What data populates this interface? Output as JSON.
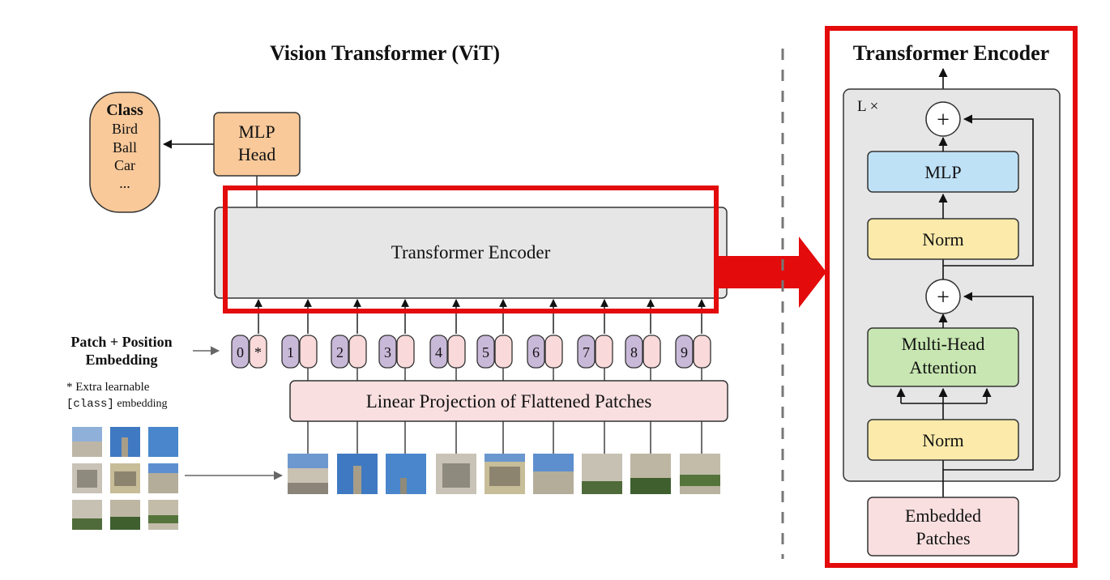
{
  "vit": {
    "title": "Vision Transformer (ViT)",
    "class_box": {
      "heading": "Class",
      "items": [
        "Bird",
        "Ball",
        "Car",
        "..."
      ]
    },
    "mlp_head": [
      "MLP",
      "Head"
    ],
    "encoder_label": "Transformer Encoder",
    "patch_label": [
      "Patch + Position",
      "Embedding"
    ],
    "footnote": {
      "star_text": "* Extra learnable",
      "code": "[class]",
      "rest": " embedding"
    },
    "linear_projection": "Linear Projection of Flattened Patches",
    "tokens": [
      {
        "index": "0",
        "mark": "*"
      },
      {
        "index": "1"
      },
      {
        "index": "2"
      },
      {
        "index": "3"
      },
      {
        "index": "4"
      },
      {
        "index": "5"
      },
      {
        "index": "6"
      },
      {
        "index": "7"
      },
      {
        "index": "8"
      },
      {
        "index": "9"
      }
    ]
  },
  "encoder_detail": {
    "title": "Transformer Encoder",
    "repeat_label": "L ×",
    "plus_symbol": "+",
    "mlp": "MLP",
    "norm_top": "Norm",
    "attention": [
      "Multi-Head",
      "Attention"
    ],
    "norm_bottom": "Norm",
    "embedded": [
      "Embedded",
      "Patches"
    ]
  },
  "colors": {
    "class_fill": "#f9c99a",
    "mlp_head_fill": "#f9c99a",
    "encoder_fill": "#e6e6e6",
    "position_fill": "#c9b9d9",
    "patch_fill": "#f9d9d9",
    "projection_fill": "#f9dfe0",
    "mlp_fill": "#bfe1f5",
    "norm_fill": "#fbeaa9",
    "attention_fill": "#c7e6b1",
    "embedded_fill": "#f9dfe0",
    "highlight": "#e30b0b",
    "divider": "#777777"
  }
}
